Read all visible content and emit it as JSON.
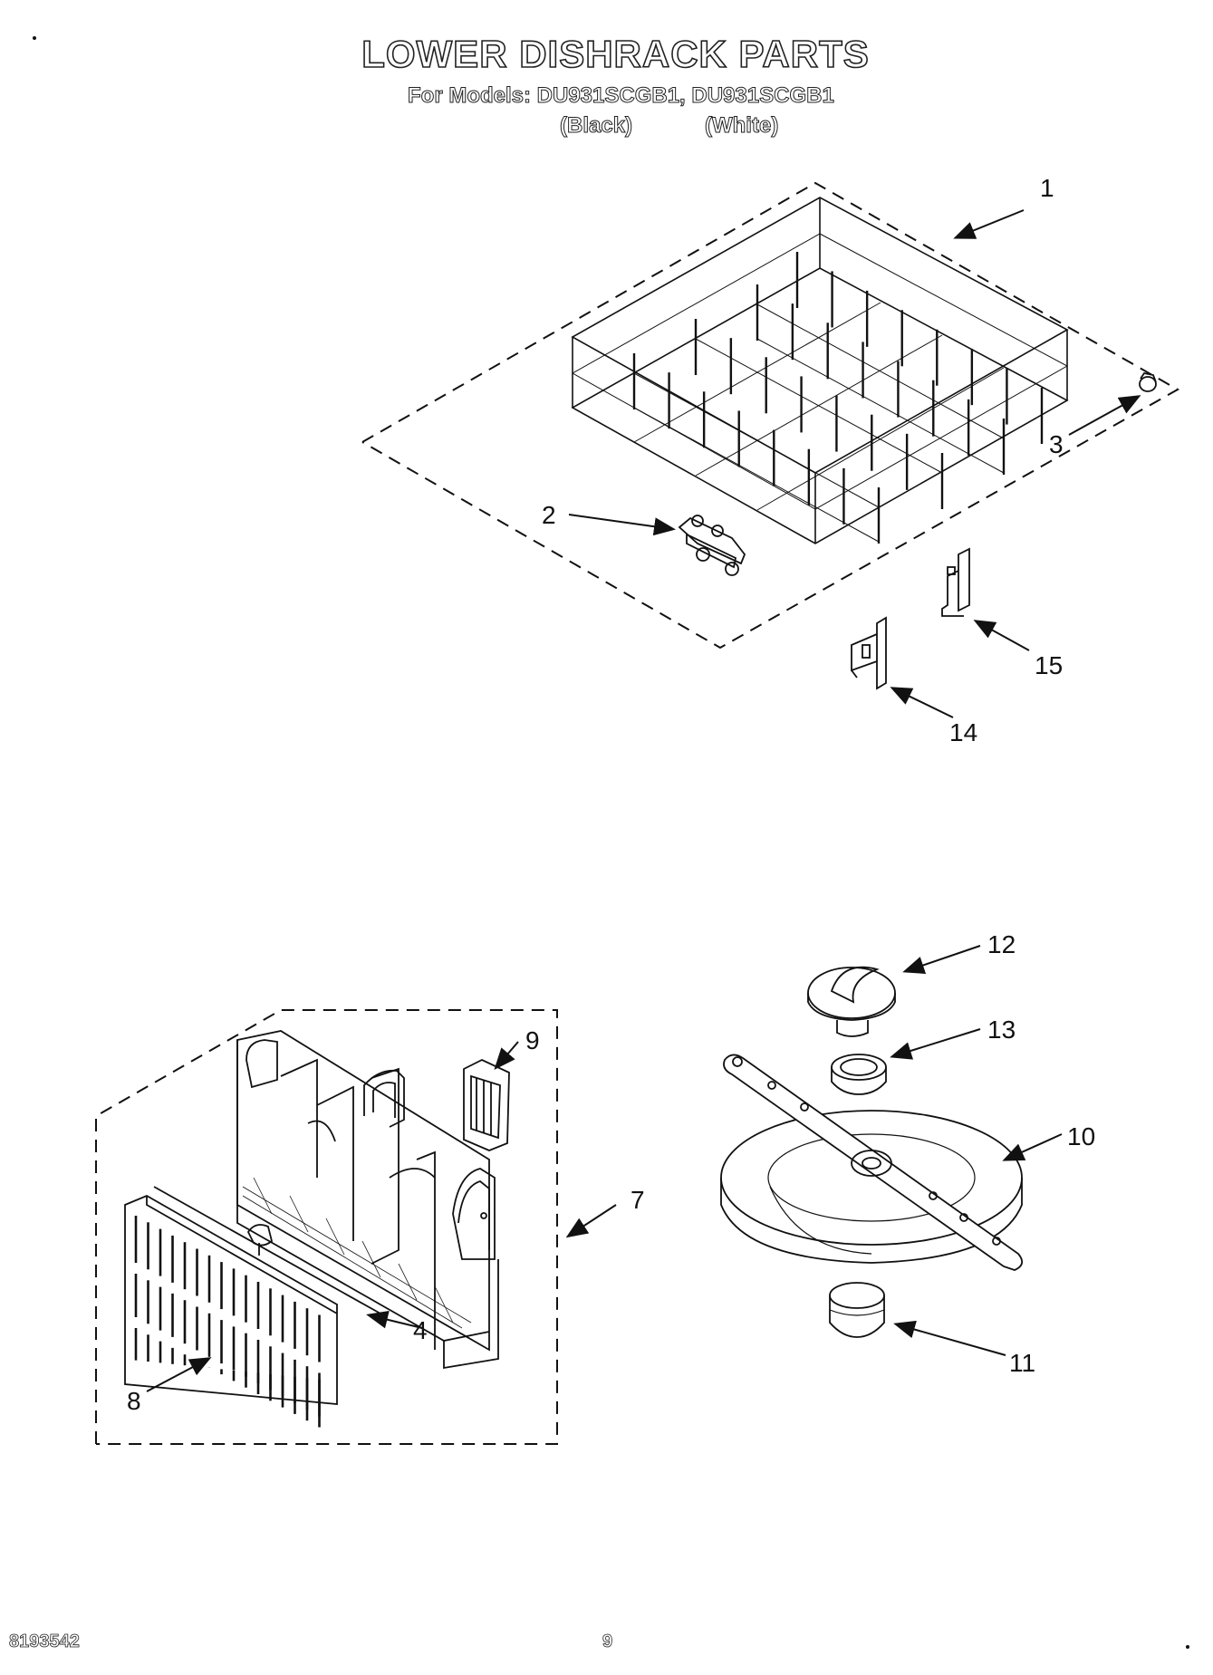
{
  "header": {
    "title": "LOWER DISHRACK PARTS",
    "models_line": "For Models: DU931SCGB1, DU931SCGB1",
    "variant_black": "(Black)",
    "variant_white": "(White)"
  },
  "callouts": {
    "p1": "1",
    "p2": "2",
    "p3": "3",
    "p4": "4",
    "p7": "7",
    "p8": "8",
    "p9": "9",
    "p10": "10",
    "p11": "11",
    "p12": "12",
    "p13": "13",
    "p14": "14",
    "p15": "15"
  },
  "footer": {
    "doc_number": "8193542",
    "page_number": "9"
  },
  "colors": {
    "line": "#111111",
    "paper": "#ffffff"
  }
}
